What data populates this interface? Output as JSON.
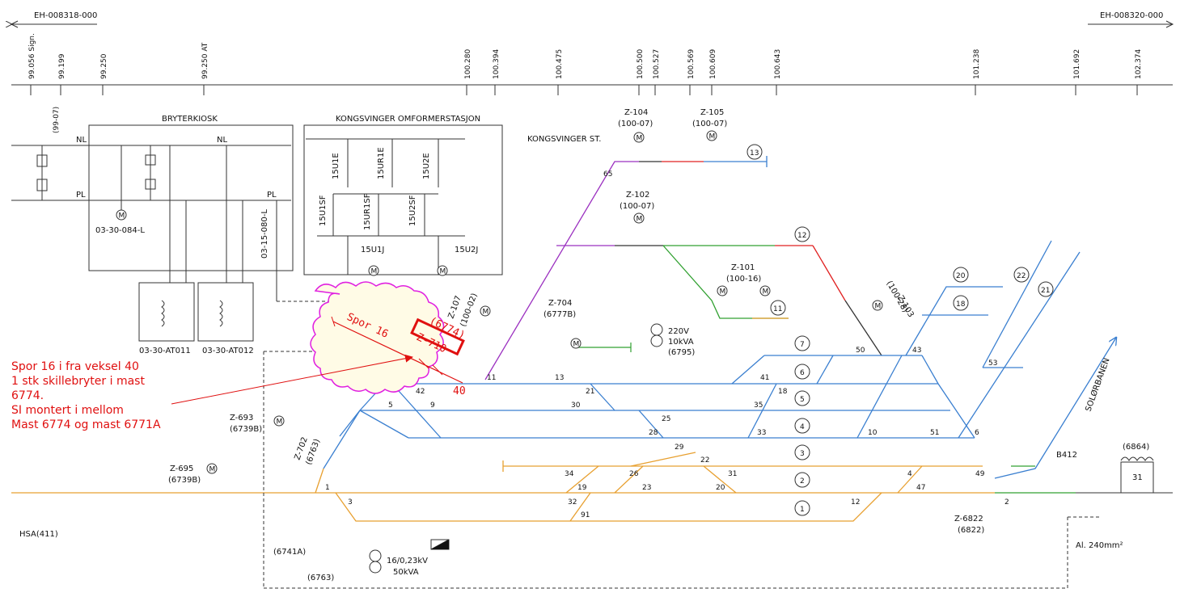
{
  "refs": {
    "left": "EH-008318-000",
    "right": "EH-008320-000"
  },
  "km": [
    {
      "label": "99.056 Sign."
    },
    {
      "label": "99.199"
    },
    {
      "label": "99.250"
    },
    {
      "label": "99.250 AT"
    },
    {
      "label": "100.280"
    },
    {
      "label": "100.394"
    },
    {
      "label": "100.475"
    },
    {
      "label": "100.500"
    },
    {
      "label": "100.527"
    },
    {
      "label": "100.569"
    },
    {
      "label": "100.609"
    },
    {
      "label": "100.643"
    },
    {
      "label": "101.238"
    },
    {
      "label": "101.692"
    },
    {
      "label": "102.374"
    }
  ],
  "boxes": {
    "bryterkiosk": "BRYTERKIOSK",
    "omformer": "KONGSVINGER OMFORMERSTASJON"
  },
  "station": "KONGSVINGER ST.",
  "labels": {
    "nl1": "NL",
    "pl1": "PL",
    "nl2": "NL",
    "pl2": "PL",
    "p9907": "(99-07)",
    "d084": "03-30-084-L",
    "d080": "03-15-080-L",
    "at011": "03-30-AT011",
    "at012": "03-30-AT012",
    "u1e": "15U1E",
    "ur1e": "15UR1E",
    "u2e": "15U2E",
    "u1sf": "15U1SF",
    "ur1sf": "15UR1SF",
    "u2sf": "15U2SF",
    "u1j": "15U1J",
    "u2j": "15U2J",
    "z104": "Z-104",
    "z104b": "(100-07)",
    "z105": "Z-105",
    "z105b": "(100-07)",
    "z102": "Z-102",
    "z102b": "(100-07)",
    "z101": "Z-101",
    "z101b": "(100-16)",
    "z103": "Z-103",
    "z103b": "(100-28)",
    "z107": "Z-107",
    "z107b": "(100-02)",
    "z704": "Z-704",
    "z704b": "(6777B)",
    "z693": "Z-693",
    "z693b": "(6739B)",
    "z695": "Z-695",
    "z695b": "(6739B)",
    "z702": "Z-702",
    "z702b": "(6763)",
    "z6822": "Z-6822",
    "z6822b": "(6822)",
    "v220": "220V",
    "kva10": "10kVA",
    "p6795": "(6795)",
    "kv16": "16/0,23kV",
    "kva50": "50kVA",
    "p6741": "(6741A)",
    "p6763": "(6763)",
    "p6864": "(6864)",
    "hsa": "HSA(411)",
    "b412": "B412",
    "solor": "SOLØRBANEN",
    "al240": "Al. 240mm²",
    "m": "M"
  },
  "tracks": [
    "13",
    "12",
    "11",
    "20",
    "18",
    "22",
    "21",
    "7",
    "6",
    "5",
    "4",
    "3",
    "2",
    "1",
    "31"
  ],
  "switches": [
    "65",
    "50",
    "43",
    "53",
    "41",
    "18",
    "35",
    "30",
    "21",
    "25",
    "28",
    "33",
    "10",
    "51",
    "6",
    "29",
    "22",
    "34",
    "26",
    "31",
    "4",
    "49",
    "19",
    "23",
    "20",
    "47",
    "1",
    "3",
    "32",
    "12",
    "91",
    "2",
    "13",
    "11",
    "5",
    "42",
    "9"
  ],
  "annotation": {
    "spor16": "Spor 16",
    "m6774": "(6774)",
    "z710": "Z-710",
    "n40": "40",
    "note_lines": [
      "Spor 16 i fra veksel 40",
      " 1 stk skillebryter i mast",
      "6774.",
      "SI montert i mellom",
      "Mast 6774 og mast 6771A"
    ]
  },
  "colors": {
    "track": "#e8a030",
    "blue": "#3a7fd0",
    "purple": "#9b30c0",
    "red": "#e02020",
    "green": "#30a030",
    "cloud": "#e020e0",
    "cloudfill": "#fffbe6",
    "annot": "#e01010"
  }
}
